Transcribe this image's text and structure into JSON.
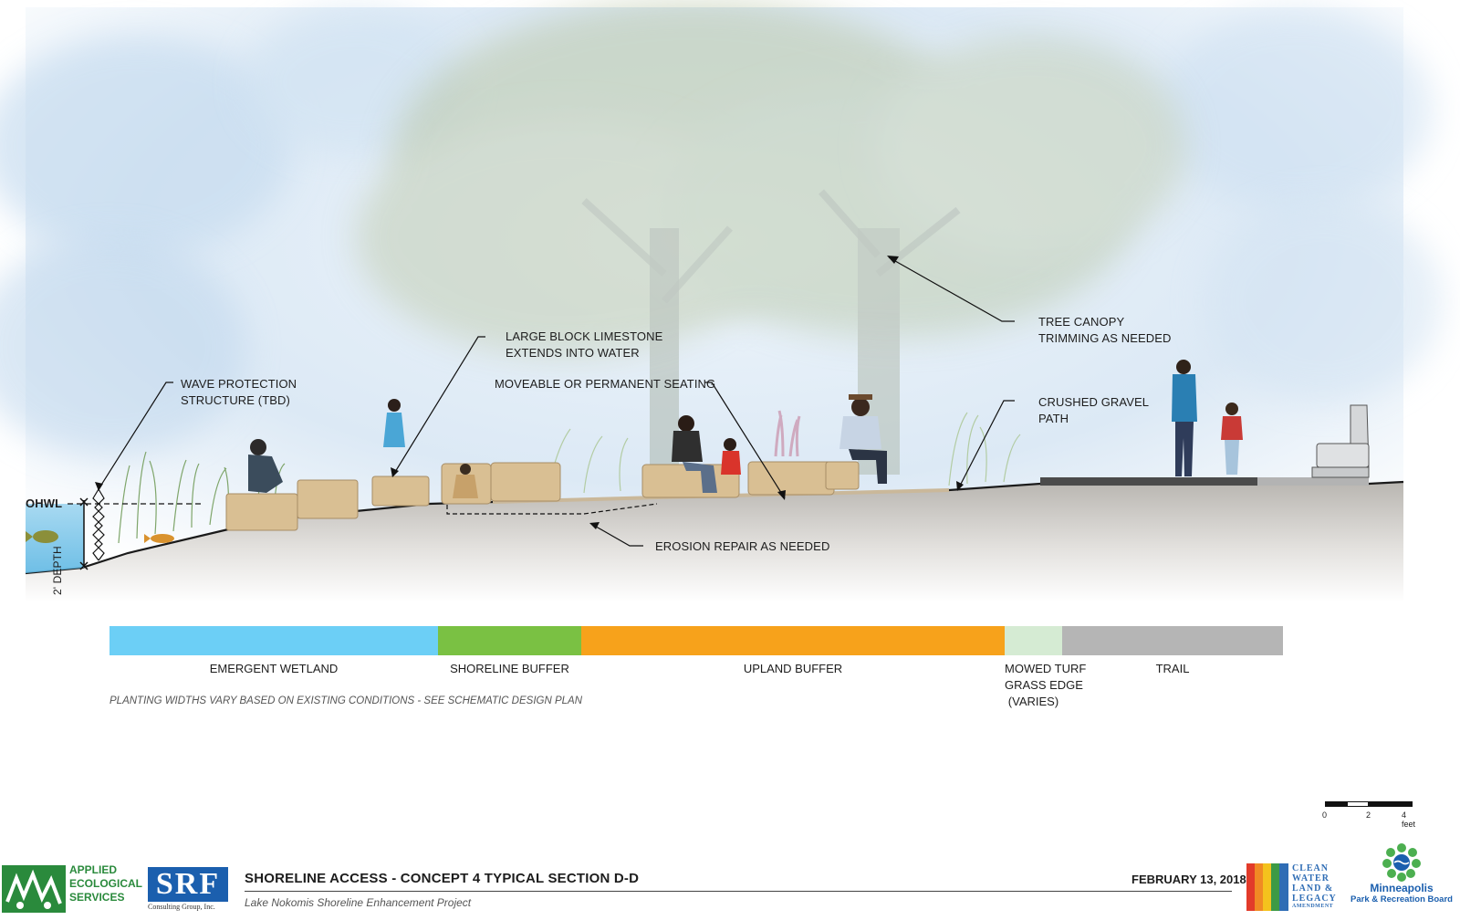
{
  "callouts": {
    "wave_protection": [
      "WAVE PROTECTION",
      "STRUCTURE (TBD)"
    ],
    "limestone": [
      "LARGE BLOCK LIMESTONE",
      "EXTENDS INTO WATER"
    ],
    "seating": "MOVEABLE OR PERMANENT SEATING",
    "tree_canopy": [
      "TREE CANOPY",
      "TRIMMING AS NEEDED"
    ],
    "gravel_path": [
      "CRUSHED GRAVEL",
      "PATH"
    ],
    "erosion": "EROSION REPAIR AS NEEDED",
    "ohwl": "OHWL",
    "depth": "2' DEPTH"
  },
  "zones": [
    {
      "label": [
        "EMERGENT WETLAND"
      ],
      "color": "#6ccff6",
      "fraction": 0.28
    },
    {
      "label": [
        "SHORELINE BUFFER"
      ],
      "color": "#7ac143",
      "fraction": 0.122
    },
    {
      "label": [
        "UPLAND BUFFER"
      ],
      "color": "#f7a21b",
      "fraction": 0.361
    },
    {
      "label": [
        "MOWED TURF",
        "GRASS EDGE",
        "(VARIES)"
      ],
      "color": "#d5ebd3",
      "fraction": 0.049
    },
    {
      "label": [
        "TRAIL"
      ],
      "color": "#b5b5b5",
      "fraction": 0.188
    }
  ],
  "note": "PLANTING WIDTHS VARY BASED ON EXISTING CONDITIONS - SEE SCHEMATIC DESIGN PLAN",
  "scale": {
    "ticks": [
      "0",
      "2",
      "4 feet"
    ]
  },
  "footer": {
    "aes_logo": [
      "APPLIED",
      "ECOLOGICAL",
      "SERVICES"
    ],
    "srf_logo": "SRF",
    "srf_sub": "Consulting Group, Inc.",
    "title": "SHORELINE ACCESS - CONCEPT 4 TYPICAL SECTION D-D",
    "subtitle": "Lake Nokomis Shoreline Enhancement Project",
    "date": "FEBRUARY 13, 2018",
    "clean_water_logo": [
      "CLEAN",
      "WATER",
      "LAND &",
      "LEGACY",
      "AMENDMENT"
    ],
    "mprb_logo": [
      "Minneapolis",
      "Park & Recreation Board"
    ]
  }
}
